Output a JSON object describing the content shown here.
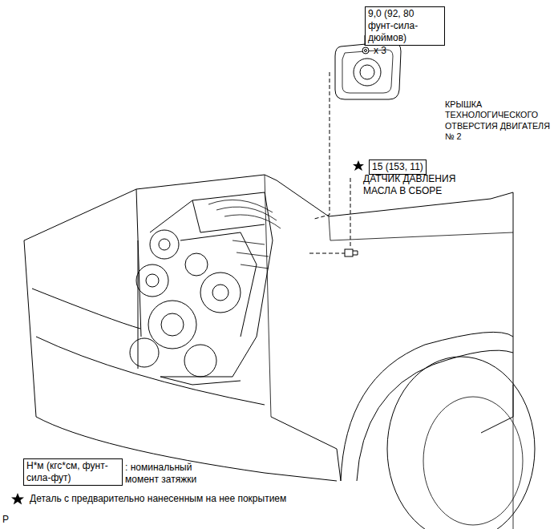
{
  "diagram": {
    "nodes": [
      {
        "text": [
          "9,0 (92, 80 фунт-сила-дюймов)"
        ]
      },
      {
        "text": [
          "15 (153, 11)"
        ]
      },
      {
        "text": [
          "Н*м (кгс*см, фунт-сила-фут)"
        ]
      }
    ],
    "labels": [
      "x 3",
      "КРЫШКА ТЕХНОЛОГИЧЕСКОГО ОТВЕРСТИЯ ДВИГАТЕЛЯ № 2",
      "ДАТЧИК ДАВЛЕНИЯ МАСЛА В СБОРЕ",
      "P"
    ],
    "legend": [
      {
        "text": ": номинальный момент затяжки"
      },
      {
        "text": "Деталь с предварительно нанесенным на нее покрытием"
      }
    ]
  }
}
